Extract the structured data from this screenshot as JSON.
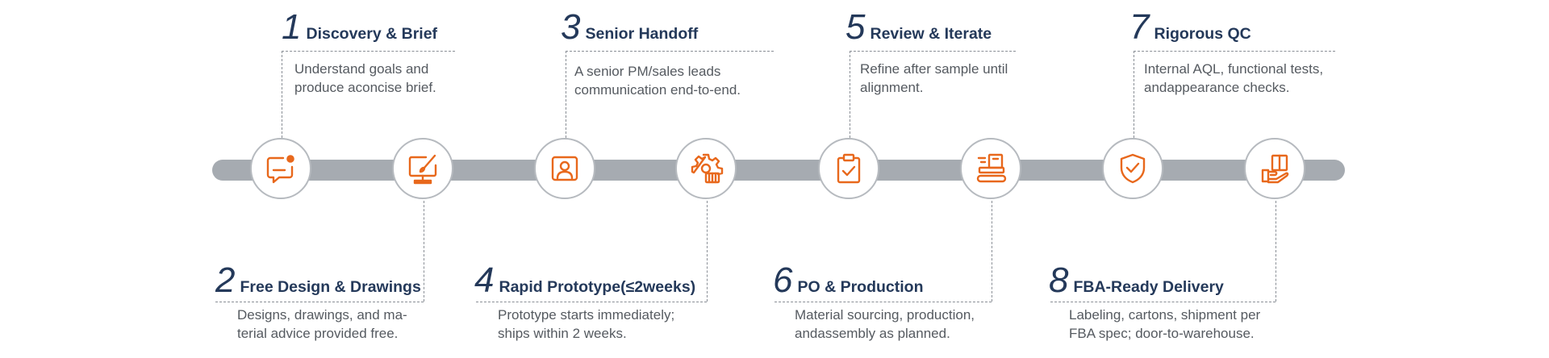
{
  "accent_color": "#e8681c",
  "title_color": "#24395a",
  "steps": [
    {
      "number": "1",
      "title": "Discovery & Brief",
      "desc_lines": [
        "Understand goals and",
        "produce aconcise brief."
      ],
      "icon": "chat-notification-icon"
    },
    {
      "number": "2",
      "title": "Free Design & Drawings",
      "desc_lines": [
        "Designs, drawings, and ma-",
        "terial advice provided free."
      ],
      "icon": "design-monitor-brush-icon"
    },
    {
      "number": "3",
      "title": "Senior Handoff",
      "desc_lines": [
        "A senior PM/sales leads",
        "communication end-to-end."
      ],
      "icon": "person-card-icon"
    },
    {
      "number": "4",
      "title": "Rapid Prototype(≤2weeks)",
      "desc_lines": [
        "Prototype starts immediately;",
        "ships within 2 weeks."
      ],
      "icon": "gear-prototype-icon"
    },
    {
      "number": "5",
      "title": "Review & Iterate",
      "desc_lines": [
        "Refine after sample until",
        "alignment."
      ],
      "icon": "clipboard-check-icon"
    },
    {
      "number": "6",
      "title": "PO & Production",
      "desc_lines": [
        "Material sourcing, production,",
        "andassembly as planned."
      ],
      "icon": "conveyor-production-icon"
    },
    {
      "number": "7",
      "title": "Rigorous QC",
      "desc_lines": [
        "Internal AQL, functional tests,",
        "andappearance checks."
      ],
      "icon": "shield-check-icon"
    },
    {
      "number": "8",
      "title": "FBA-Ready Delivery",
      "desc_lines": [
        "Labeling, cartons, shipment per",
        "FBA spec; door-to-warehouse."
      ],
      "icon": "box-delivery-icon"
    }
  ]
}
